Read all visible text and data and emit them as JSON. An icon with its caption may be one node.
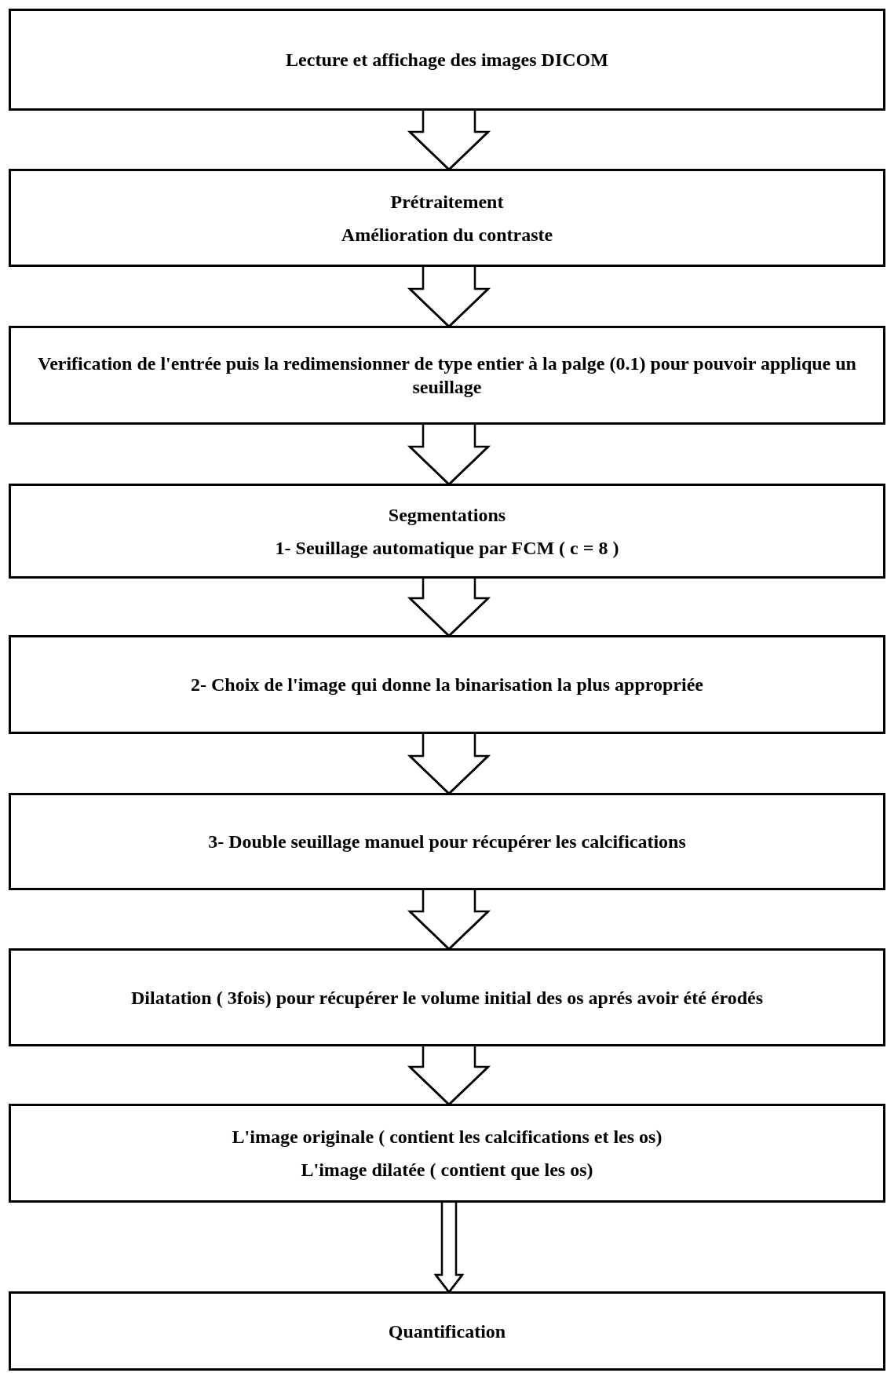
{
  "diagram": {
    "nodes": [
      {
        "text": [
          "Lecture et affichage des images DICOM"
        ]
      },
      {
        "text": [
          "Prétraitement",
          "Amélioration du contraste"
        ]
      },
      {
        "text": [
          "Verification de l'entrée puis la redimensionner de type entier à la palge (0.1) pour pouvoir applique un seuillage"
        ]
      },
      {
        "text": [
          "Segmentations",
          "1- Seuillage automatique par FCM ( c = 8 )"
        ]
      },
      {
        "text": [
          "2- Choix de l'image qui donne la binarisation la plus appropriée"
        ]
      },
      {
        "text": [
          "3- Double seuillage manuel pour récupérer les calcifications"
        ]
      },
      {
        "text": [
          "Dilatation ( 3fois) pour récupérer le volume initial des os aprés avoir été érodés"
        ]
      },
      {
        "text": [
          "L'image originale ( contient les calcifications et les os)",
          "L'image dilatée ( contient que les os)"
        ]
      },
      {
        "text": [
          "Quantification"
        ]
      }
    ],
    "edges": [
      {
        "from": 0,
        "to": 1,
        "arrow": "to"
      },
      {
        "from": 1,
        "to": 2,
        "arrow": "to"
      },
      {
        "from": 2,
        "to": 3,
        "arrow": "to"
      },
      {
        "from": 3,
        "to": 4,
        "arrow": "to"
      },
      {
        "from": 4,
        "to": 5,
        "arrow": "to"
      },
      {
        "from": 5,
        "to": 6,
        "arrow": "to"
      },
      {
        "from": 6,
        "to": 7,
        "arrow": "to"
      },
      {
        "from": 7,
        "to": 8,
        "arrow": "to"
      }
    ]
  }
}
